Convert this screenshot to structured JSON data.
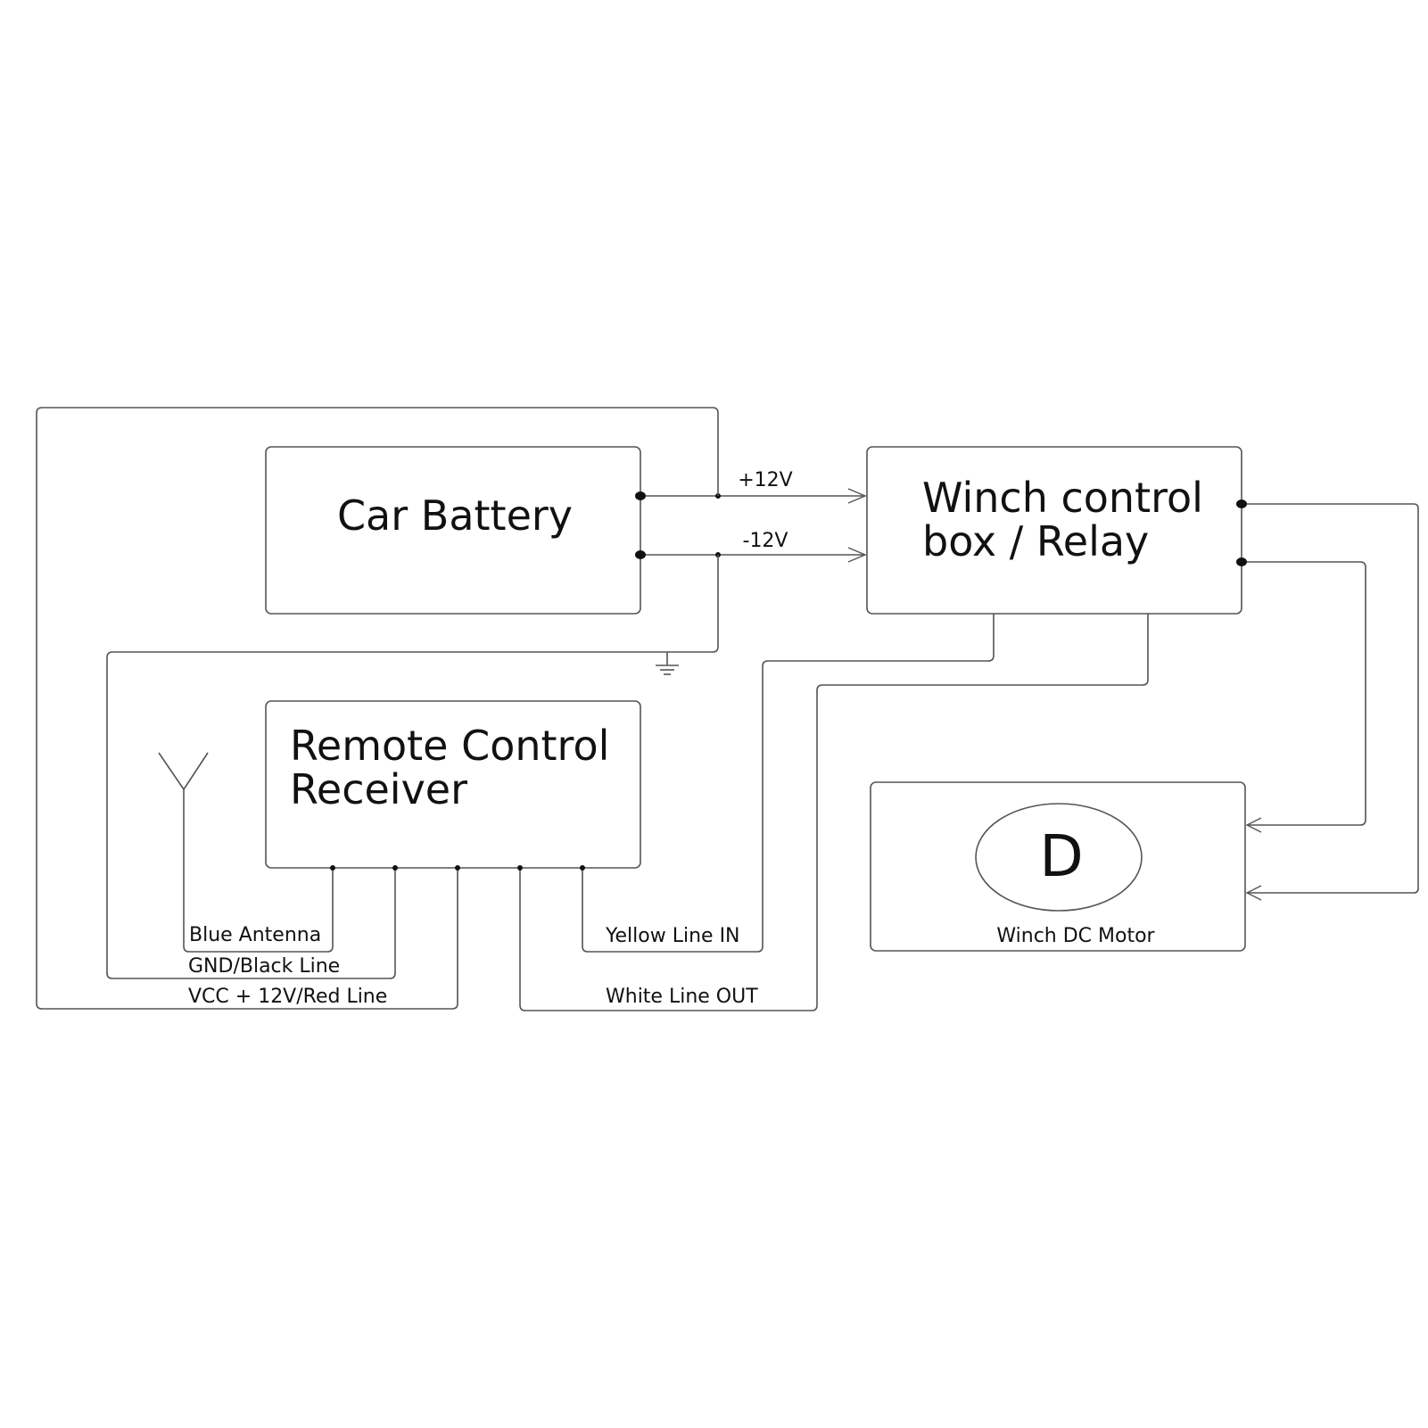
{
  "blocks": {
    "car_battery": {
      "label": "Car Battery"
    },
    "winch_control": {
      "line1": "Winch control",
      "line2": "box / Relay"
    },
    "remote_receiver": {
      "line1": "Remote Control",
      "line2": "Receiver"
    },
    "winch_motor": {
      "symbol": "D",
      "label": "Winch DC Motor"
    }
  },
  "connections": {
    "positive": "+12V",
    "negative": "-12V",
    "antenna": "Blue Antenna",
    "ground": "GND/Black Line",
    "vcc": "VCC + 12V/Red Line",
    "yellow": "Yellow Line IN",
    "white": "White Line OUT"
  },
  "icons": [
    "antenna-icon",
    "ground-icon"
  ],
  "colors": {
    "line": "#555555",
    "text": "#111111",
    "background": "#ffffff"
  }
}
